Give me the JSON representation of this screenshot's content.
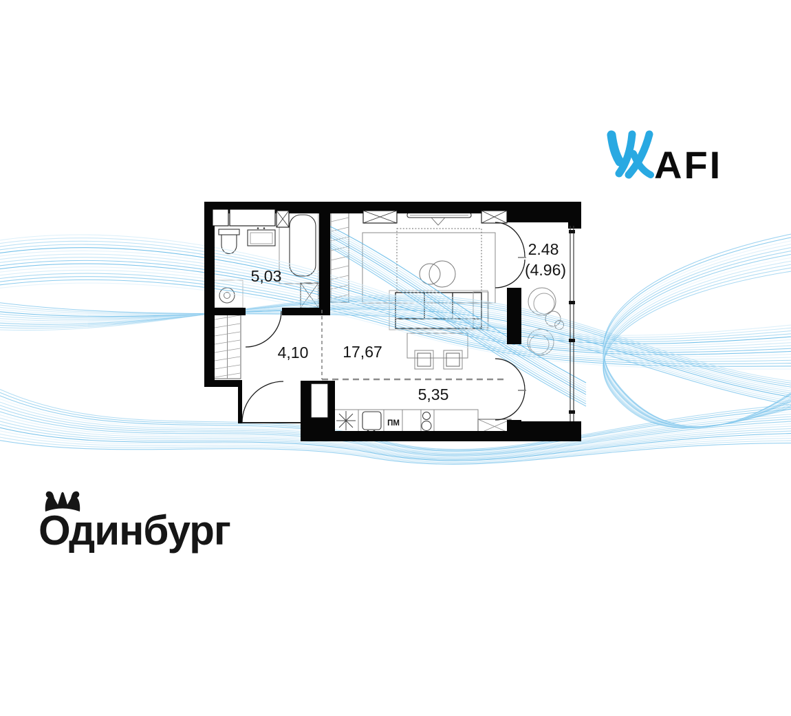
{
  "page": {
    "background": "#ffffff"
  },
  "branding": {
    "afi": {
      "logo_text": "AFI",
      "accent_color": "#29a9e2"
    },
    "developer": {
      "logo_text": "Одинбург",
      "logo_color": "#161616"
    }
  },
  "floor_plan": {
    "room_labels": {
      "bathroom": "5,03",
      "hallway": "4,10",
      "living_room": "17,67",
      "kitchen_zone": "5,35",
      "balcony": "2.48",
      "balcony_reduced": "(4.96)"
    },
    "appliance_labels": {
      "dishwasher": "ПМ"
    },
    "colors": {
      "wall": "#060606",
      "swoosh_strong": "#62b9e7",
      "swoosh_light": "#d4ecf9"
    }
  }
}
